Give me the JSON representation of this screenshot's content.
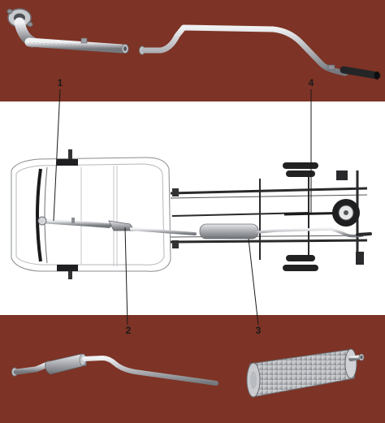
{
  "colors": {
    "panel": "#7d3325",
    "panel_light": "#8a3a2c",
    "pipe_light": "#d9dadd",
    "pipe_mid": "#a9abb0",
    "pipe_dark": "#6f7277",
    "line": "#1a1a1a"
  },
  "callouts": [
    {
      "id": "part-1",
      "label": "1"
    },
    {
      "id": "part-2",
      "label": "2"
    },
    {
      "id": "part-3",
      "label": "3"
    },
    {
      "id": "part-4",
      "label": "4"
    }
  ]
}
